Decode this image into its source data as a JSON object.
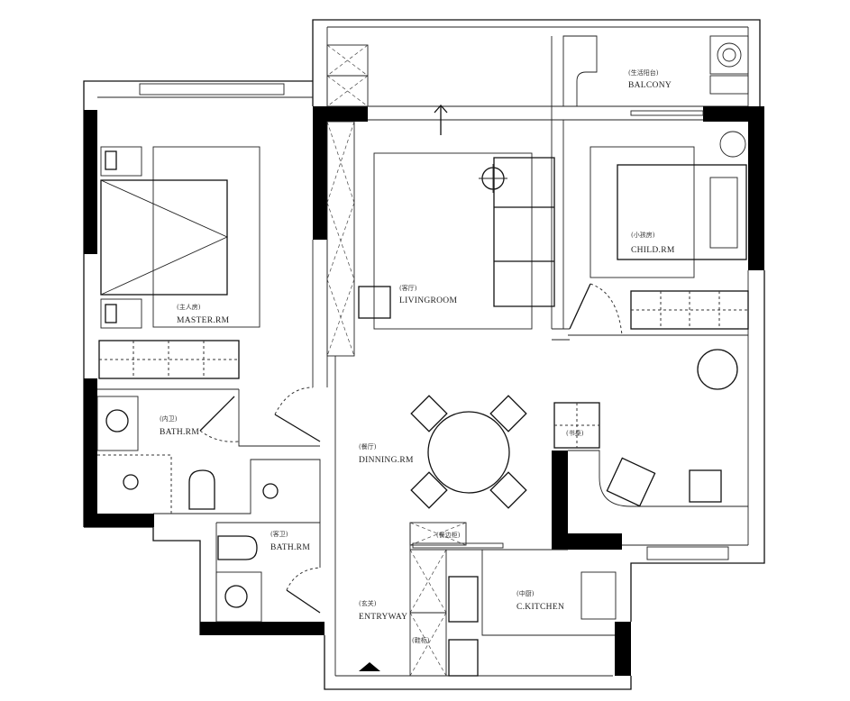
{
  "rooms": {
    "master": {
      "cn": "(主人房)",
      "en": "MASTER.RM"
    },
    "living": {
      "cn": "(客厅)",
      "en": "LIVINGROOM"
    },
    "child": {
      "cn": "(小孩房)",
      "en": "CHILD.RM"
    },
    "balcony": {
      "cn": "(生活阳台)",
      "en": "BALCONY"
    },
    "bath_inner": {
      "cn": "(内卫)",
      "en": "BATH.RM"
    },
    "bath_guest": {
      "cn": "(客卫)",
      "en": "BATH.RM"
    },
    "dining": {
      "cn": "(餐厅)",
      "en": "DINNING.RM"
    },
    "entry": {
      "cn": "(玄关)",
      "en": "ENTRYWAY"
    },
    "kitchen": {
      "cn": "(中厨)",
      "en": "C.KITCHEN"
    }
  },
  "cabinets": {
    "sideboard": "(餐边柜)",
    "shoe": "(鞋柜)",
    "desk": "(书桌)"
  }
}
